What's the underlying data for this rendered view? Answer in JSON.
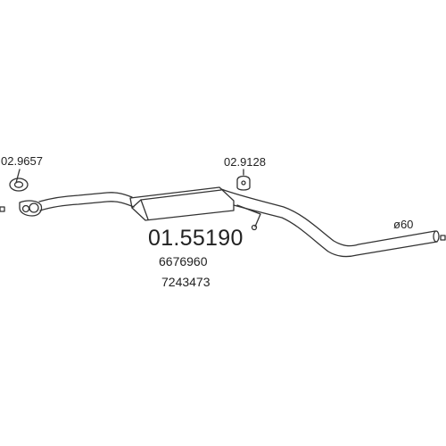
{
  "diagram": {
    "part_number": "01.55190",
    "oem_references": [
      "6676960",
      "7243473"
    ],
    "callouts": [
      {
        "id": "gasket",
        "text": "02.9657"
      },
      {
        "id": "rubber-hanger",
        "text": "02.9128"
      }
    ],
    "pipe_diameter_label": "ø60",
    "colors": {
      "line": "#333333",
      "background": "#ffffff"
    }
  }
}
